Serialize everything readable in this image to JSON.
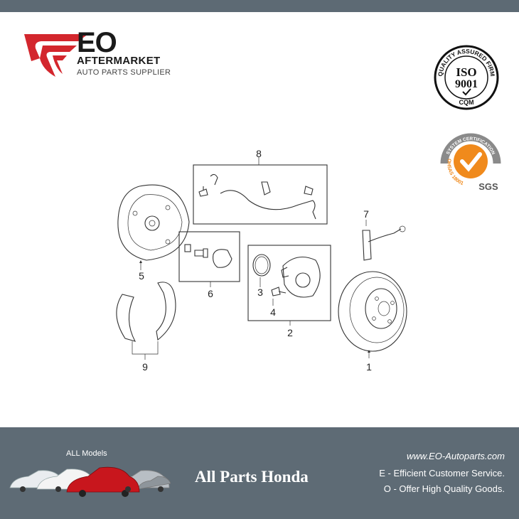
{
  "brand": {
    "name": "EO",
    "line1": "AFTERMARKET",
    "line2": "AUTO PARTS SUPPLIER",
    "logo_color": "#d3262d"
  },
  "certifications": {
    "iso": {
      "ring_text": "QUALITY ASSURED FIRM",
      "line1": "ISO",
      "line2": "9001",
      "line3": "CQM"
    },
    "sgs": {
      "ring_text": "SYSTEM CERTIFICATION",
      "bottom_text": "OHSAS 18001",
      "mark": "SGS",
      "accent": "#f08a1c"
    }
  },
  "diagram": {
    "callouts": [
      "1",
      "2",
      "3",
      "4",
      "5",
      "6",
      "7",
      "8",
      "9"
    ],
    "parts": [
      "brake-drum",
      "hub-bearing-assembly",
      "o-ring",
      "hub-bolt",
      "backing-plate",
      "wheel-cylinder",
      "flexible-hose",
      "wheel-speed-sensor",
      "brake-shoe-set"
    ]
  },
  "footer": {
    "models_label": "ALL Models",
    "title": "All Parts Honda",
    "website": "www.EO-Autoparts.com",
    "tagline_e": "E - Efficient Customer Service.",
    "tagline_o": "O - Offer High Quality Goods.",
    "background": "#5e6b75"
  }
}
